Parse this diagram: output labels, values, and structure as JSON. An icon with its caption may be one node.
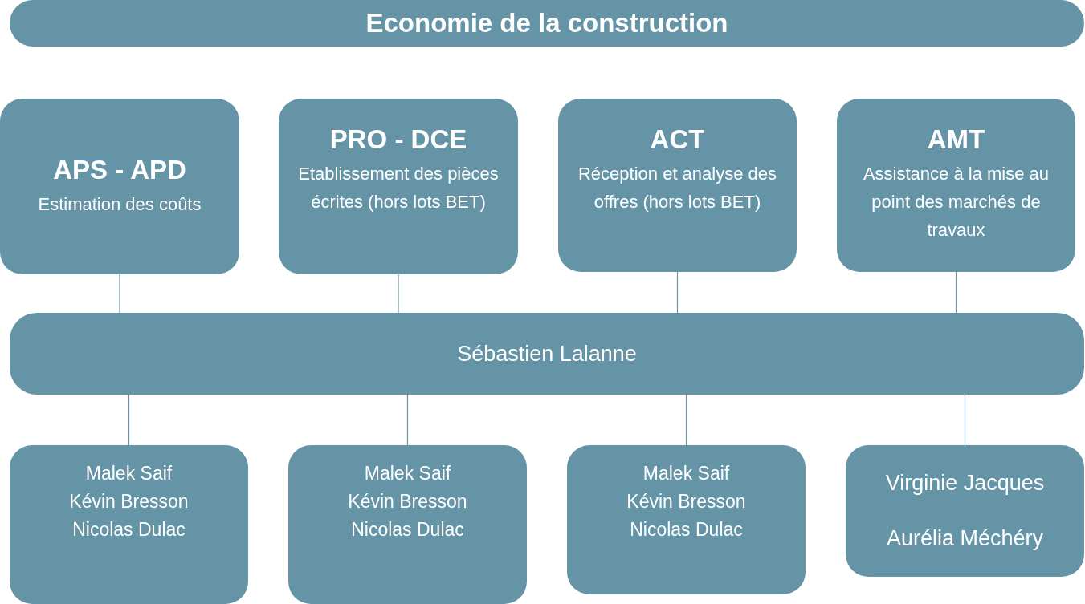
{
  "diagram": {
    "nodes": [
      {
        "text": [
          "Economie de la construction"
        ]
      },
      {
        "text": [
          "APS - APD",
          "Estimation des coûts"
        ]
      },
      {
        "text": [
          "PRO - DCE",
          "Etablissement des pièces écrites (hors lots BET)"
        ]
      },
      {
        "text": [
          "ACT",
          "Réception et analyse des offres (hors lots BET)"
        ]
      },
      {
        "text": [
          "AMT",
          "Assistance à la mise au point des marchés de travaux"
        ]
      },
      {
        "text": [
          "Sébastien Lalanne"
        ]
      },
      {
        "text": [
          "Malek Saif",
          "Kévin Bresson",
          "Nicolas Dulac"
        ]
      },
      {
        "text": [
          "Malek Saif",
          "Kévin Bresson",
          "Nicolas Dulac"
        ]
      },
      {
        "text": [
          "Malek Saif",
          "Kévin Bresson",
          "Nicolas Dulac"
        ]
      },
      {
        "text": [
          "Virginie Jacques",
          "Aurélia Méchéry"
        ]
      }
    ],
    "edges": [
      {
        "from": 1,
        "to": 5,
        "arrow": "none"
      },
      {
        "from": 2,
        "to": 5,
        "arrow": "none"
      },
      {
        "from": 3,
        "to": 5,
        "arrow": "none"
      },
      {
        "from": 4,
        "to": 5,
        "arrow": "none"
      },
      {
        "from": 5,
        "to": 6,
        "arrow": "none"
      },
      {
        "from": 5,
        "to": 7,
        "arrow": "none"
      },
      {
        "from": 5,
        "to": 8,
        "arrow": "none"
      },
      {
        "from": 5,
        "to": 9,
        "arrow": "none"
      }
    ]
  }
}
